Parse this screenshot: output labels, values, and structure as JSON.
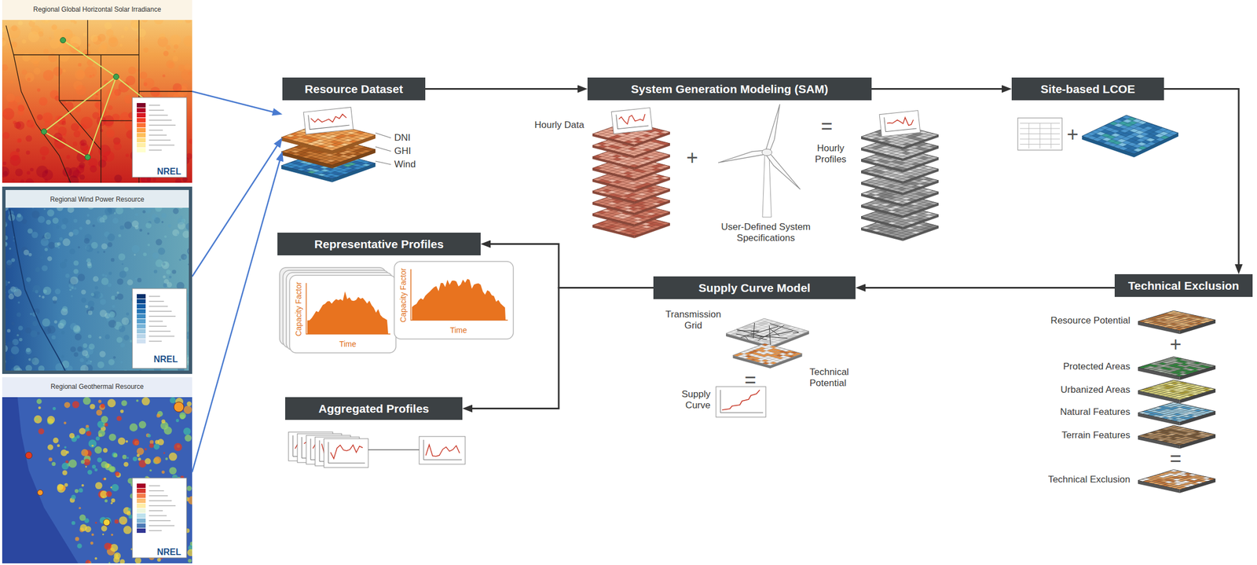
{
  "diagram": {
    "nodes": [
      {
        "text": [
          "Regional Global Horizontal Solar Irradiance",
          "NREL"
        ]
      },
      {
        "text": [
          "Regional Wind Power Resource",
          "NREL"
        ]
      },
      {
        "text": [
          "Regional Geothermal Resource",
          "NREL"
        ]
      },
      {
        "text": [
          "Resource Dataset"
        ]
      },
      {
        "text": [
          "System Generation Modeling (SAM)"
        ]
      },
      {
        "text": [
          "Site-based LCOE"
        ]
      },
      {
        "text": [
          "Technical Exclusion"
        ]
      },
      {
        "text": [
          "Supply Curve Model"
        ]
      },
      {
        "text": [
          "Representative Profiles"
        ]
      },
      {
        "text": [
          "Aggregated Profiles"
        ]
      }
    ],
    "edges": [
      {
        "from": 0,
        "to": 3,
        "arrow": "to"
      },
      {
        "from": 1,
        "to": 3,
        "arrow": "to"
      },
      {
        "from": 2,
        "to": 3,
        "arrow": "to"
      },
      {
        "from": 3,
        "to": 4,
        "arrow": "to"
      },
      {
        "from": 4,
        "to": 5,
        "arrow": "to"
      },
      {
        "from": 5,
        "to": 6,
        "arrow": "to"
      },
      {
        "from": 6,
        "to": 7,
        "arrow": "to"
      },
      {
        "from": 7,
        "to": 8,
        "arrow": "to"
      },
      {
        "from": 7,
        "to": 9,
        "arrow": "to"
      }
    ],
    "labels": [
      "DNI",
      "GHI",
      "Wind",
      "Hourly Data",
      "+",
      "User-Defined System Specifications",
      "=",
      "Hourly Profiles",
      "+",
      "Resource Potential",
      "+",
      "Protected Areas",
      "Urbanized Areas",
      "Natural Features",
      "Terrain Features",
      "=",
      "Technical Exclusion",
      "Transmission Grid",
      "=",
      "Technical Potential",
      "Supply Curve",
      "Capacity Factor",
      "Time",
      "Capacity Factor",
      "Time"
    ]
  }
}
